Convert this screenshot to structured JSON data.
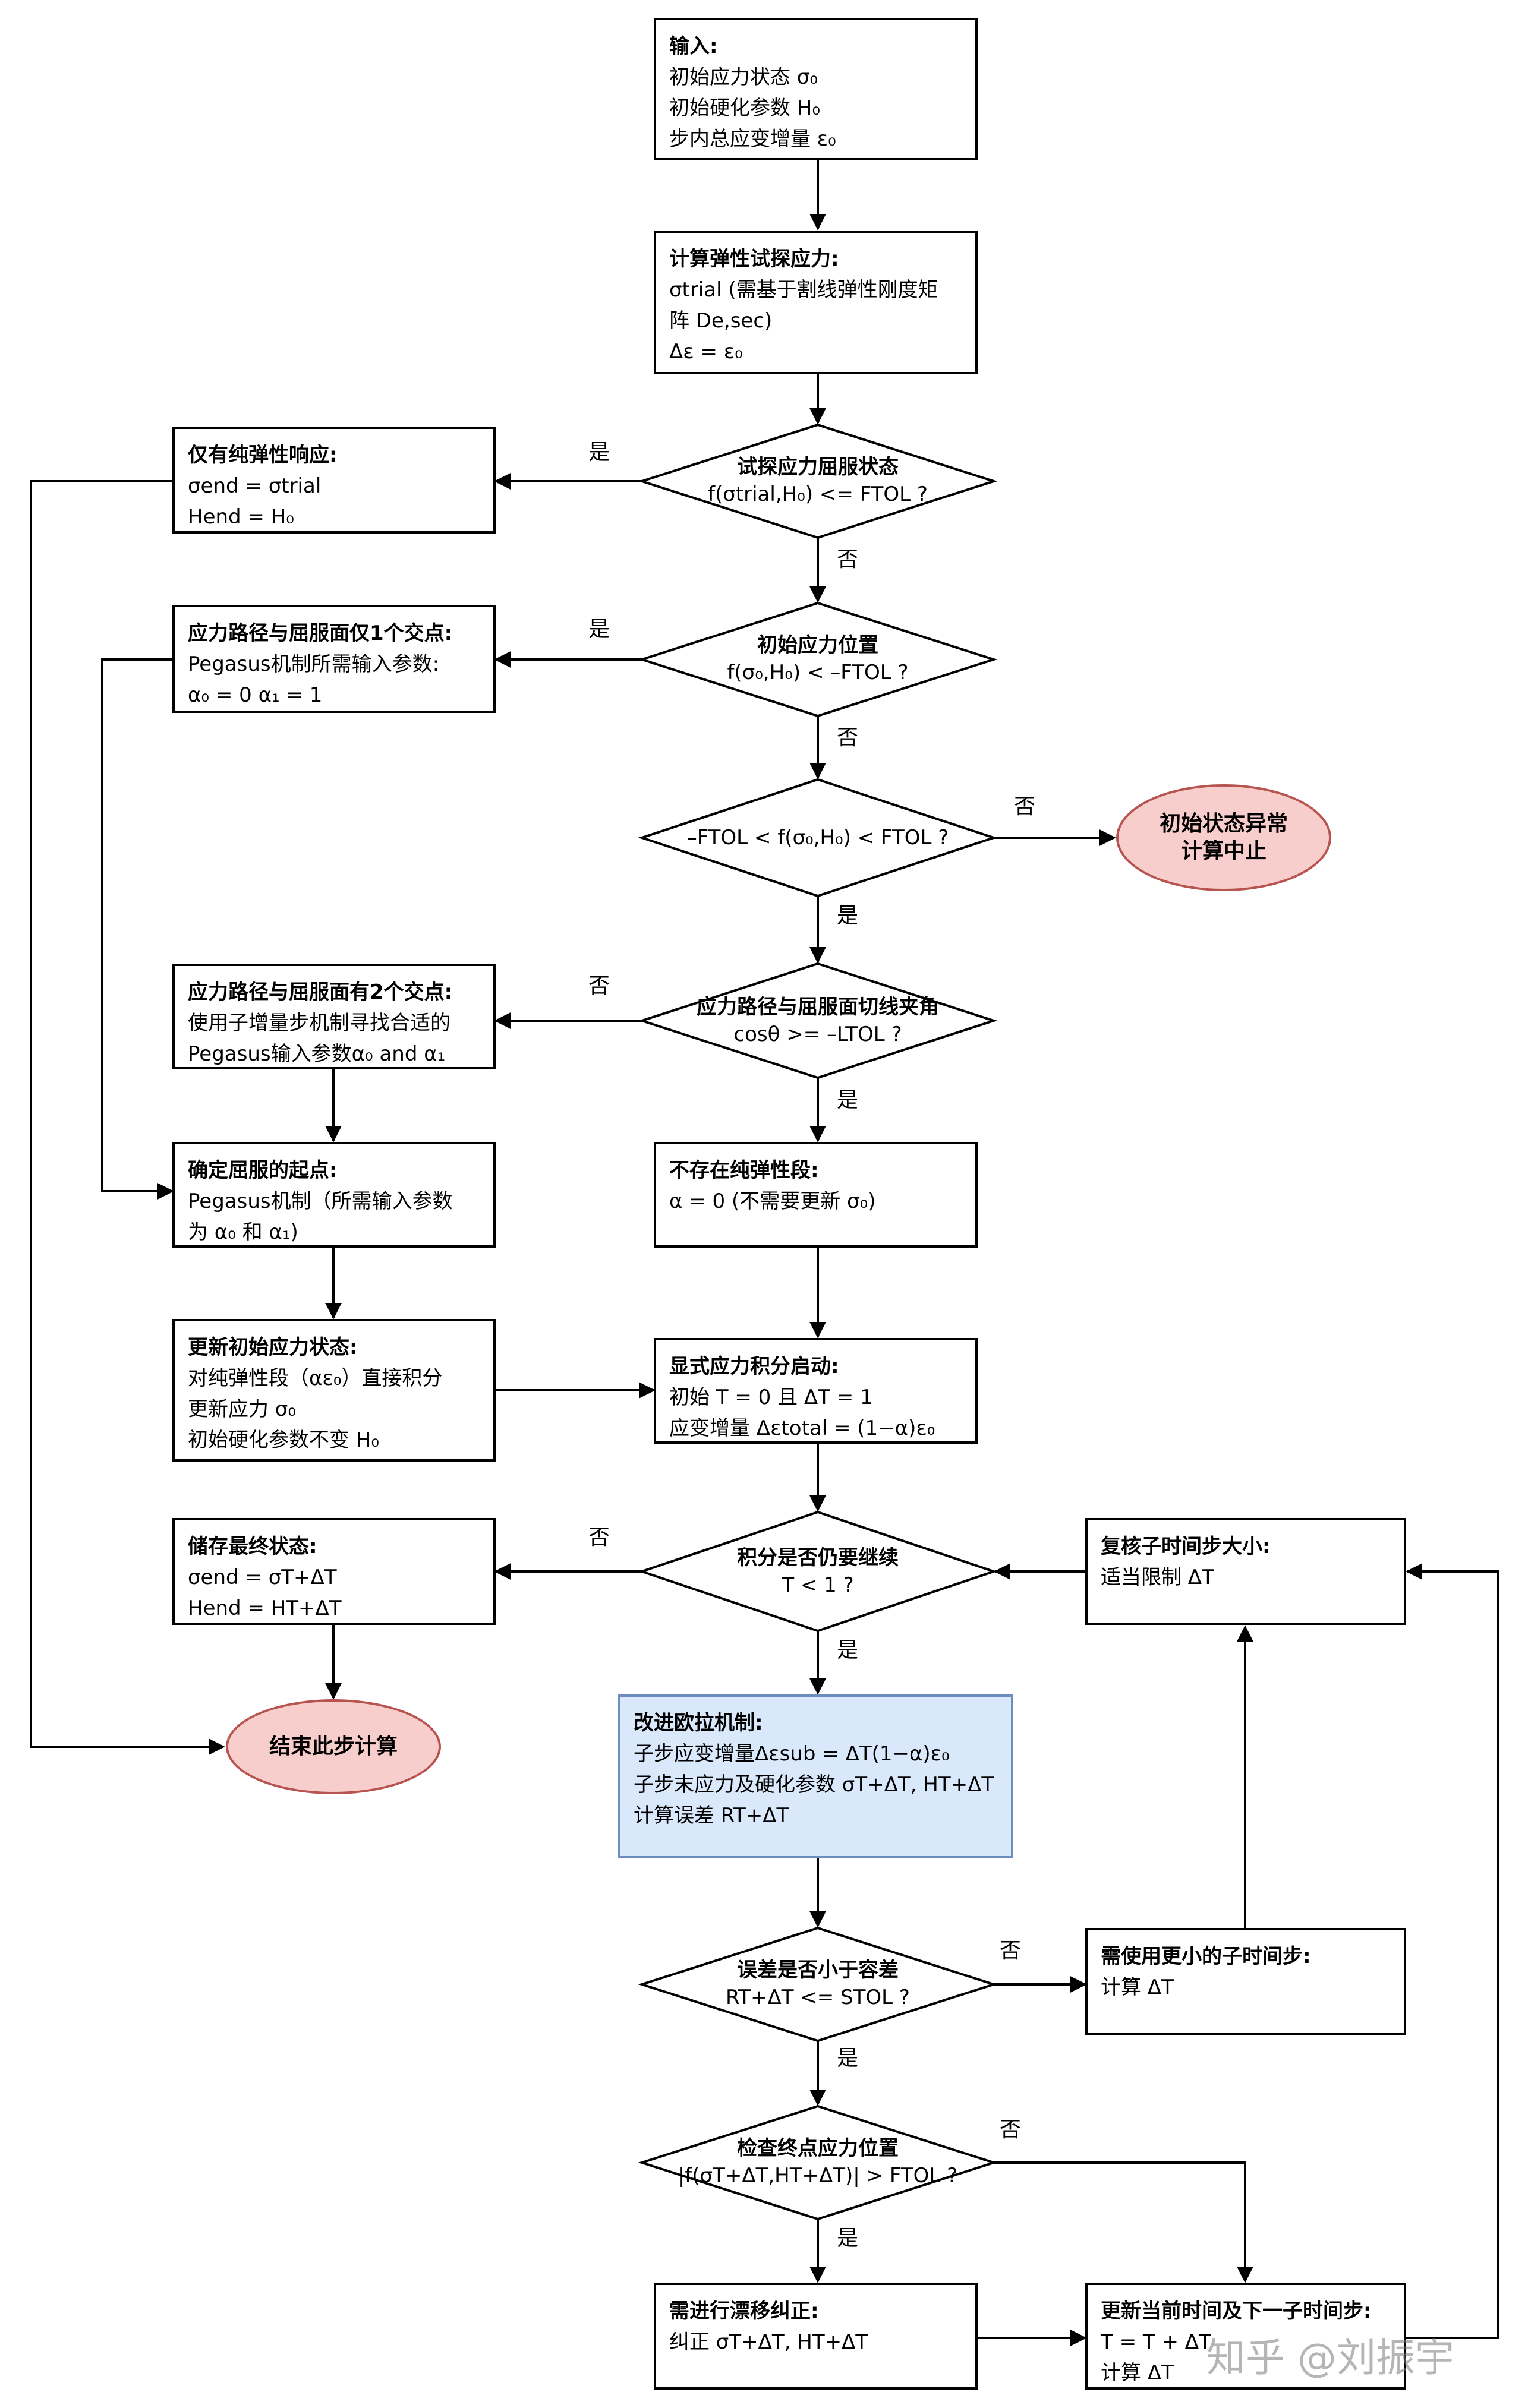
{
  "nodes": {
    "input": [
      "输入:",
      "初始应力状态 σ₀",
      "初始硬化参数 H₀",
      "步内总应变增量 ε₀"
    ],
    "trial": [
      "计算弹性试探应力:",
      "σtrial (需基于割线弹性刚度矩",
      "阵 De,sec)",
      "Δε = ε₀"
    ],
    "d_yield": [
      "试探应力屈服状态",
      "f(σtrial,H₀) <= FTOL ?"
    ],
    "elastic_only": [
      "仅有纯弹性响应:",
      "σend = σtrial",
      "Hend = H₀"
    ],
    "d_initpos": [
      "初始应力位置",
      "f(σ₀,H₀) < –FTOL ?"
    ],
    "one_intersect": [
      "应力路径与屈服面仅1个交点:",
      "Pegasus机制所需输入参数:",
      "α₀ = 0  α₁ = 1"
    ],
    "d_ftol": [
      "–FTOL < f(σ₀,H₀) < FTOL ?"
    ],
    "abort": [
      "初始状态异常",
      "计算中止"
    ],
    "d_angle": [
      "应力路径与屈服面切线夹角",
      "cosθ >= –LTOL ?"
    ],
    "two_intersect": [
      "应力路径与屈服面有2个交点:",
      "使用子增量步机制寻找合适的",
      "Pegasus输入参数α₀ and α₁"
    ],
    "no_elastic": [
      "不存在纯弹性段:",
      "α = 0 (不需要更新 σ₀)"
    ],
    "find_yield": [
      "确定屈服的起点:",
      "Pegasus机制（所需输入参数",
      "为 α₀ 和 α₁)"
    ],
    "update_init": [
      "更新初始应力状态:",
      "对纯弹性段（αε₀）直接积分",
      "更新应力 σ₀",
      "初始硬化参数不变 H₀"
    ],
    "explicit_start": [
      "显式应力积分启动:",
      "初始 T = 0 且 ΔT = 1",
      "应变增量 Δεtotal = (1−α)ε₀"
    ],
    "store_final": [
      "储存最终状态:",
      "σend = σT+ΔT",
      "Hend = HT+ΔT"
    ],
    "d_continue": [
      "积分是否仍要继续",
      "T < 1 ?"
    ],
    "recheck": [
      "复核子时间步大小:",
      "适当限制 ΔT"
    ],
    "end": [
      "结束此步计算"
    ],
    "euler": [
      "改进欧拉机制:",
      "子步应变增量Δεsub = ΔT(1−α)ε₀",
      "子步末应力及硬化参数 σT+ΔT, HT+ΔT",
      "计算误差 RT+ΔT"
    ],
    "d_error": [
      "误差是否小于容差",
      "RT+ΔT <= STOL ?"
    ],
    "smaller_step": [
      "需使用更小的子时间步:",
      "计算 ΔT"
    ],
    "d_endpoint": [
      "检查终点应力位置",
      "|f(σT+ΔT,HT+ΔT)| > FTOL ?"
    ],
    "drift": [
      "需进行漂移纠正:",
      "纠正 σT+ΔT, HT+ΔT"
    ],
    "update_time": [
      "更新当前时间及下一子时间步:",
      "T = T + ΔT",
      "计算 ΔT"
    ]
  },
  "edge_labels": {
    "yes": "是",
    "no": "否"
  },
  "watermark": "知乎 @刘振宇",
  "colors": {
    "line": "#000000",
    "euler_fill": "#dae8fc",
    "euler_stroke": "#6c8ebf",
    "terminal_fill": "#f8cecc",
    "terminal_stroke": "#b85450"
  }
}
